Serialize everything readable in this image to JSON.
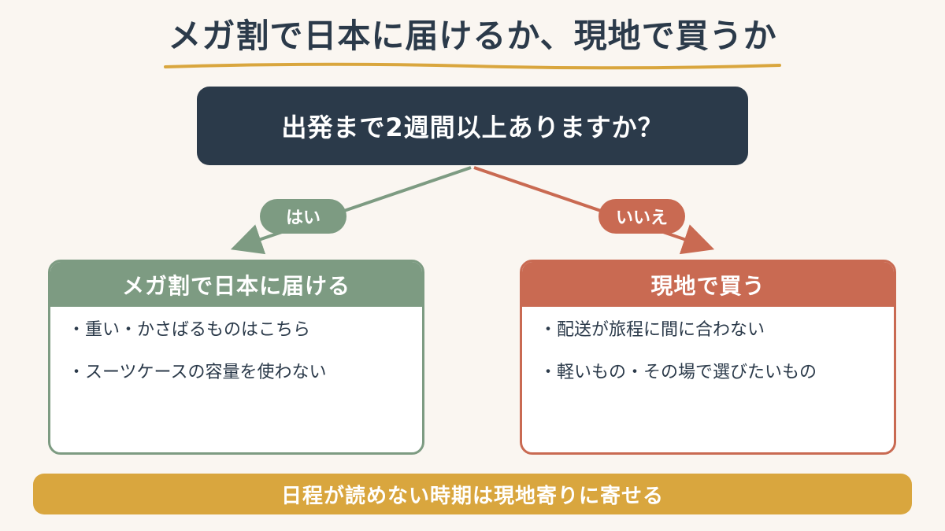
{
  "title": "メガ割で日本に届けるか、現地で買うか",
  "question": "出発まで2週間以上ありますか？",
  "branches": {
    "yes": {
      "label": "はい",
      "header": "メガ割で日本に届ける",
      "items": [
        "・重い・かさばるものはこちら",
        "・スーツケースの容量を使わない"
      ]
    },
    "no": {
      "label": "いいえ",
      "header": "現地で買う",
      "items": [
        "・配送が旅程に間に合わない",
        "・軽いもの・その場で選びたいもの"
      ]
    }
  },
  "footer": "日程が読めない時期は現地寄りに寄せる",
  "colors": {
    "background": "#faf6f1",
    "navy": "#2b3a4a",
    "green": "#7d9b82",
    "terracotta": "#c96a52",
    "mustard": "#d9a63e"
  }
}
